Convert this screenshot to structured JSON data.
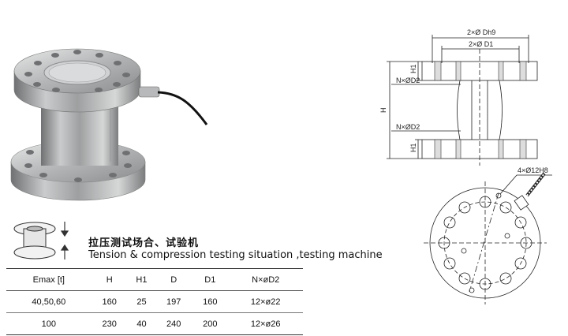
{
  "drawing_labels": {
    "dh9": "2×Ø Dh9",
    "d1": "2×Ø D1",
    "h1_top": "H1",
    "h1_bottom": "H1",
    "nd2_top": "N×ØD2",
    "nd2_bottom": "N×ØD2",
    "h": "H",
    "bolt": "4×Ø12H8"
  },
  "caption": {
    "chinese": "拉压测试场合、试验机",
    "english": "Tension & compression testing situation ,testing machine"
  },
  "spec_table": {
    "headers": [
      "Emax [t]",
      "H",
      "H1",
      "D",
      "D1",
      "N×øD2"
    ],
    "rows": [
      [
        "40,50,60",
        "160",
        "25",
        "197",
        "160",
        "12×ø22"
      ],
      [
        "100",
        "230",
        "40",
        "240",
        "200",
        "12×ø26"
      ]
    ]
  }
}
